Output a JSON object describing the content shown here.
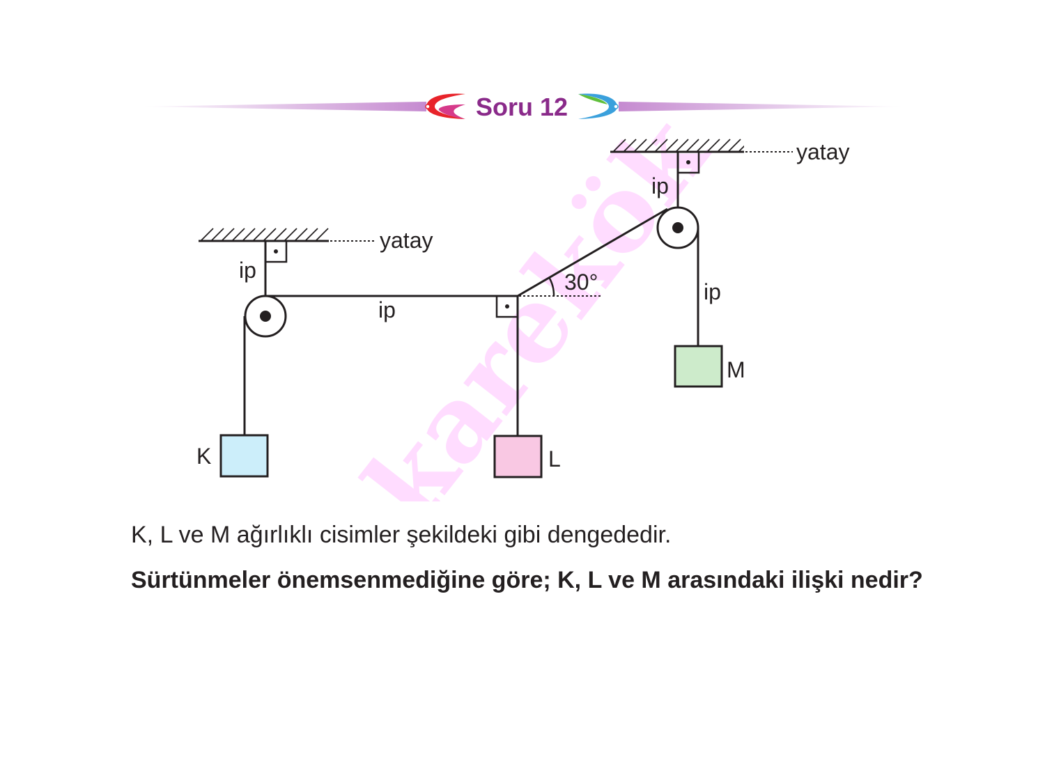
{
  "header": {
    "title": "Soru 12"
  },
  "diagram": {
    "labels": {
      "yatay_left": "yatay",
      "yatay_right": "yatay",
      "ip_left_vertical": "ip",
      "ip_horizontal": "ip",
      "ip_top_right": "ip",
      "ip_right_vertical": "ip",
      "angle": "30°",
      "block_k": "K",
      "block_l": "L",
      "block_m": "M"
    },
    "watermark": "karekök",
    "colors": {
      "block_k": "#cceefa",
      "block_l": "#f9c8e3",
      "block_m": "#cdebcb",
      "title": "#8a2a8a",
      "header_band": "#c58ad0"
    }
  },
  "question": {
    "line1": "K, L ve M ağırlıklı cisimler şekildeki gibi dengededir.",
    "line2": "Sürtünmeler önemsenmediğine göre; K, L ve M arasındaki ilişki nedir?"
  }
}
